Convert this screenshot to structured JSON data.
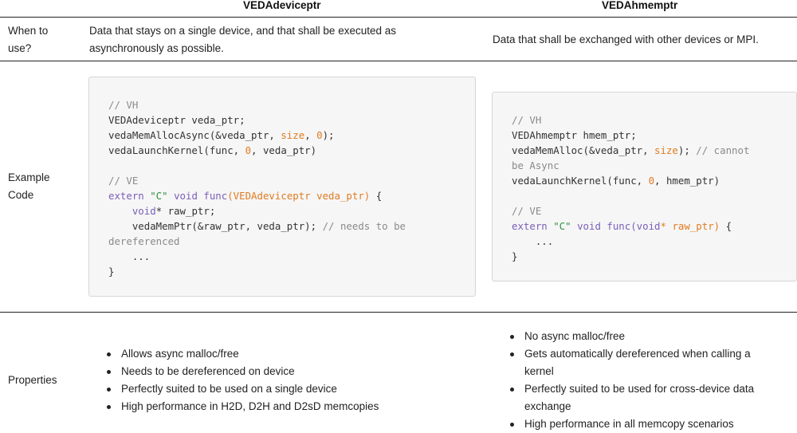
{
  "headers": {
    "col1": "VEDAdeviceptr",
    "col2": "VEDAhmemptr"
  },
  "rows": {
    "when": {
      "label_line1": "When to",
      "label_line2": "use?",
      "col1_line1": "Data that stays on a single device, and that shall be executed as",
      "col1_line2": "asynchronously as possible.",
      "col2": "Data that shall be exchanged with other devices or MPI."
    },
    "example": {
      "label_line1": "Example",
      "label_line2": "Code",
      "col1_lines": [
        [
          {
            "c": "cm",
            "t": "// VH"
          }
        ],
        [
          {
            "c": "pl",
            "t": "VEDAdeviceptr veda_ptr;"
          }
        ],
        [
          {
            "c": "pl",
            "t": "vedaMemAllocAsync(&veda_ptr, "
          },
          {
            "c": "nm",
            "t": "size"
          },
          {
            "c": "pl",
            "t": ", "
          },
          {
            "c": "nm",
            "t": "0"
          },
          {
            "c": "pl",
            "t": ");"
          }
        ],
        [
          {
            "c": "pl",
            "t": "vedaLaunchKernel(func, "
          },
          {
            "c": "nm",
            "t": "0"
          },
          {
            "c": "pl",
            "t": ", veda_ptr)"
          }
        ],
        [
          {
            "c": "pl",
            "t": ""
          }
        ],
        [
          {
            "c": "cm",
            "t": "// VE"
          }
        ],
        [
          {
            "c": "kw",
            "t": "extern "
          },
          {
            "c": "st",
            "t": "\"C\""
          },
          {
            "c": "kw",
            "t": " void "
          },
          {
            "c": "kw",
            "t": "func"
          },
          {
            "c": "nm",
            "t": "(VEDAdeviceptr veda_ptr)"
          },
          {
            "c": "pl",
            "t": " {"
          }
        ],
        [
          {
            "c": "pl",
            "t": "    "
          },
          {
            "c": "kw",
            "t": "void"
          },
          {
            "c": "pl",
            "t": "* raw_ptr;"
          }
        ],
        [
          {
            "c": "pl",
            "t": "    vedaMemPtr(&raw_ptr, veda_ptr); "
          },
          {
            "c": "cm",
            "t": "// needs to be"
          }
        ],
        [
          {
            "c": "cm",
            "t": "dereferenced"
          }
        ],
        [
          {
            "c": "pl",
            "t": "    ..."
          }
        ],
        [
          {
            "c": "pl",
            "t": "}"
          }
        ]
      ],
      "col2_lines": [
        [
          {
            "c": "cm",
            "t": "// VH"
          }
        ],
        [
          {
            "c": "pl",
            "t": "VEDAhmemptr hmem_ptr;"
          }
        ],
        [
          {
            "c": "pl",
            "t": "vedaMemAlloc(&veda_ptr, "
          },
          {
            "c": "nm",
            "t": "size"
          },
          {
            "c": "pl",
            "t": "); "
          },
          {
            "c": "cm",
            "t": "// cannot"
          }
        ],
        [
          {
            "c": "cm",
            "t": "be Async"
          }
        ],
        [
          {
            "c": "pl",
            "t": "vedaLaunchKernel(func, "
          },
          {
            "c": "nm",
            "t": "0"
          },
          {
            "c": "pl",
            "t": ", hmem_ptr)"
          }
        ],
        [
          {
            "c": "pl",
            "t": ""
          }
        ],
        [
          {
            "c": "cm",
            "t": "// VE"
          }
        ],
        [
          {
            "c": "kw",
            "t": "extern "
          },
          {
            "c": "st",
            "t": "\"C\""
          },
          {
            "c": "kw",
            "t": " void "
          },
          {
            "c": "kw",
            "t": "func"
          },
          {
            "c": "kw",
            "t": "(void"
          },
          {
            "c": "nm",
            "t": "* raw_ptr)"
          },
          {
            "c": "pl",
            "t": " {"
          }
        ],
        [
          {
            "c": "pl",
            "t": "    ..."
          }
        ],
        [
          {
            "c": "pl",
            "t": "}"
          }
        ]
      ]
    },
    "properties": {
      "label": "Properties",
      "col1_items": [
        "Allows async malloc/free",
        "Needs to be dereferenced on device",
        "Perfectly suited to be used on a single device",
        "High performance in H2D, D2H and D2sD memcopies"
      ],
      "col2_items": [
        "No async malloc/free",
        "Gets automatically dereferenced when calling a kernel",
        "Perfectly suited to be used for cross-device data exchange",
        "High performance in all memcopy scenarios"
      ]
    }
  }
}
